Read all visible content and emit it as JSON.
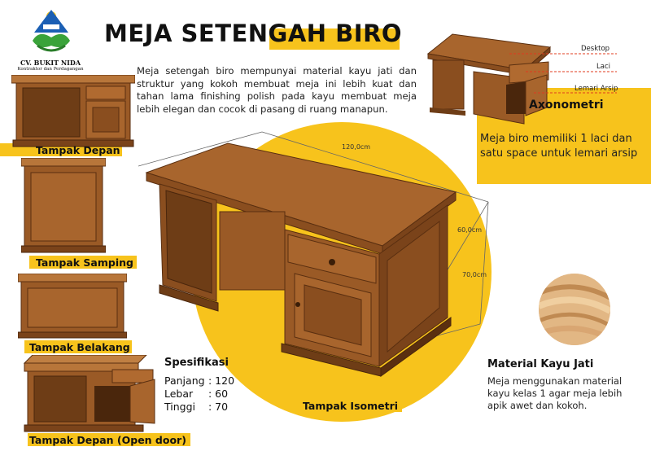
{
  "title": "MEJA SETENGAH BIRO",
  "logo": {
    "name": "CV. BUKIT NIDA",
    "subtitle": "Kontraktor dan Perdagangan"
  },
  "description": "Meja setengah biro mempunyai material kayu jati dan struktur yang kokoh membuat meja ini lebih kuat dan tahan lama finishing polish pada kayu membuat meja lebih elegan dan cocok di pasang di ruang manapun.",
  "views": {
    "front": "Tampak Depan",
    "side": "Tampak Samping",
    "back": "Tampak Belakang",
    "front_open": "Tampak Depan (Open door)",
    "isometric": "Tampak Isometri"
  },
  "axonometric": {
    "title": "Axonometri",
    "text": "Meja biro memiliki 1 laci dan satu space untuk lemari arsip",
    "callouts": [
      "Desktop",
      "Laci",
      "Lemari Arsip"
    ]
  },
  "dimensions": {
    "length": "120,0cm",
    "width": "60,0cm",
    "height": "70,0cm"
  },
  "specs": {
    "title": "Spesifikasi",
    "rows": [
      {
        "label": "Panjang",
        "value": ": 120"
      },
      {
        "label": "Lebar",
        "value": ": 60"
      },
      {
        "label": "Tinggi",
        "value": ": 70"
      }
    ]
  },
  "material": {
    "title": "Material Kayu Jati",
    "text": "Meja menggunakan material kayu kelas 1 agar meja lebih apik awet dan kokoh."
  },
  "colors": {
    "accent": "#f7c31c",
    "wood": "#9a5a26",
    "wood_dark": "#6e3d16",
    "wood_light": "#b8763a"
  }
}
